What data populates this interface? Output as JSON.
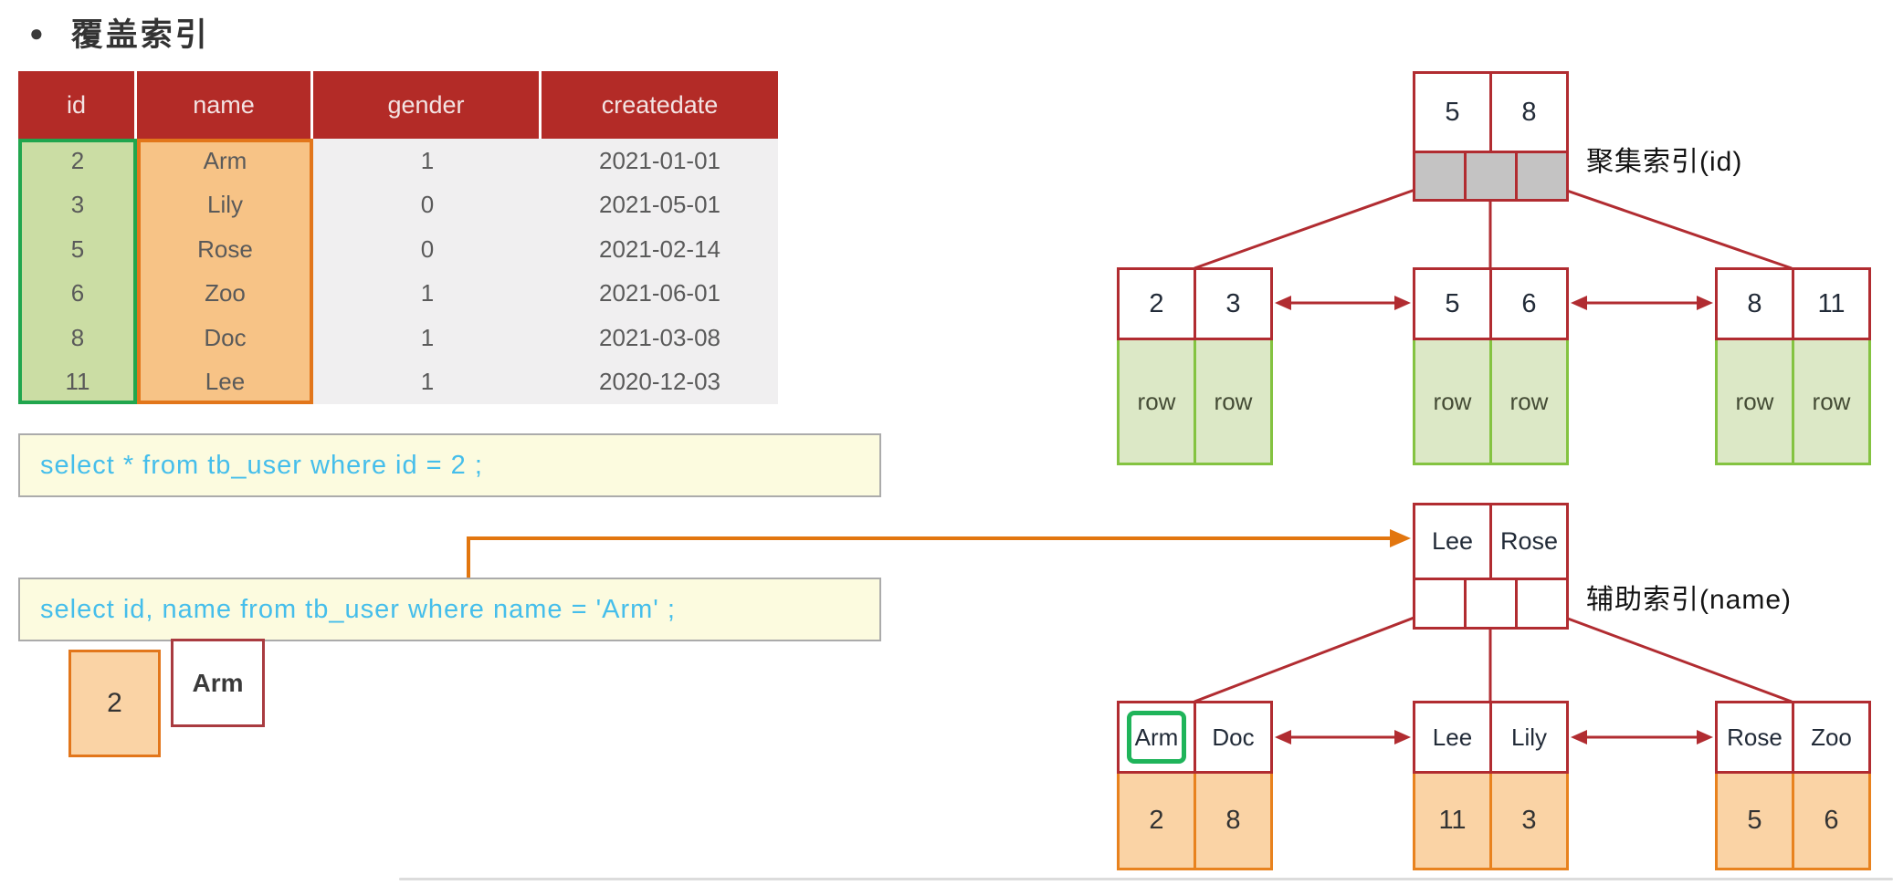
{
  "title": {
    "bullet": "●",
    "text": "覆盖索引"
  },
  "table": {
    "headers": [
      "id",
      "name",
      "gender",
      "createdate"
    ],
    "rows": [
      [
        "2",
        "Arm",
        "1",
        "2021-01-01"
      ],
      [
        "3",
        "Lily",
        "0",
        "2021-05-01"
      ],
      [
        "5",
        "Rose",
        "0",
        "2021-02-14"
      ],
      [
        "6",
        "Zoo",
        "1",
        "2021-06-01"
      ],
      [
        "8",
        "Doc",
        "1",
        "2021-03-08"
      ],
      [
        "11",
        "Lee",
        "1",
        "2020-12-03"
      ]
    ]
  },
  "queries": {
    "q1": "select * from tb_user where id = 2 ;",
    "q2": "select id, name from tb_user where name = 'Arm' ;"
  },
  "result": {
    "id": "2",
    "name": "Arm"
  },
  "clustered": {
    "label": "聚集索引(id)",
    "root": {
      "keys": [
        "5",
        "8"
      ]
    },
    "leaves": [
      {
        "keys": [
          "2",
          "3"
        ],
        "cells": [
          "row",
          "row"
        ]
      },
      {
        "keys": [
          "5",
          "6"
        ],
        "cells": [
          "row",
          "row"
        ]
      },
      {
        "keys": [
          "8",
          "11"
        ],
        "cells": [
          "row",
          "row"
        ]
      }
    ]
  },
  "secondary": {
    "label": "辅助索引(name)",
    "root": {
      "keys": [
        "Lee",
        "Rose"
      ]
    },
    "leaves": [
      {
        "keys": [
          "Arm",
          "Doc"
        ],
        "cells": [
          "2",
          "8"
        ]
      },
      {
        "keys": [
          "Lee",
          "Lily"
        ],
        "cells": [
          "11",
          "3"
        ]
      },
      {
        "keys": [
          "Rose",
          "Zoo"
        ],
        "cells": [
          "5",
          "6"
        ]
      }
    ],
    "highlighted_key": "Arm"
  },
  "colors": {
    "headerRed": "#b32b27",
    "lineRed": "#b12c31",
    "tableRowBg": "#f0eff0",
    "tableText": "#5a5a5a",
    "greenCellBg": "#cbdda4",
    "greenOutline": "#21a64e",
    "orangeCellBg": "#f7c386",
    "orangeOutline": "#e2761b",
    "leafRowBg": "#dce8c6",
    "leafRowBorder": "#84c341",
    "leafValBg": "#fad3a5",
    "leafValBorder": "#e8821e",
    "grayCell": "#c4c3c3",
    "sqlBg": "#fcfbdf",
    "sqlBorder": "#ababab",
    "sqlText": "#45beeb",
    "arrowOrange": "#e2760f",
    "highlightGreen": "#1fb45a",
    "titleText": "#333333"
  }
}
